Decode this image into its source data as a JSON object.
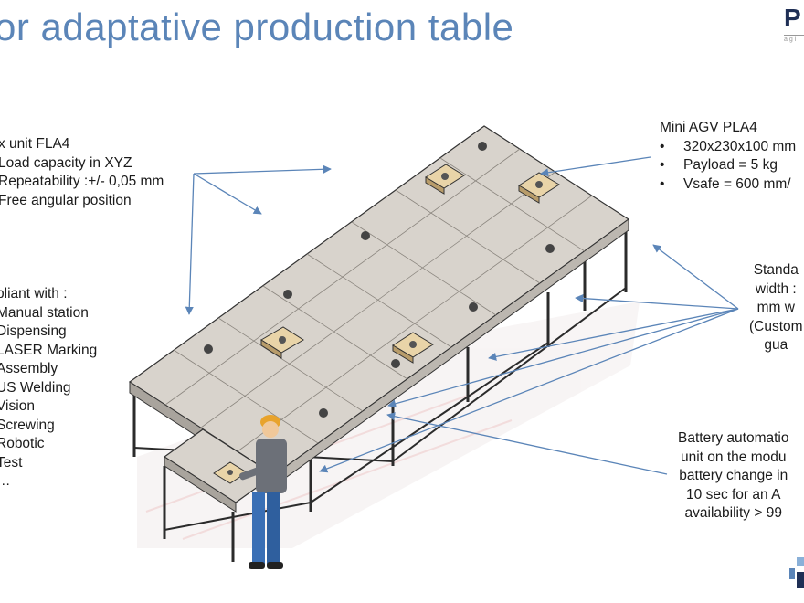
{
  "title": "or adaptative production table",
  "logo": {
    "main": "P",
    "sub": "agi"
  },
  "left_top": {
    "lines": [
      "x unit FLA4",
      "Load capacity in XYZ",
      "Repeatability :+/- 0,05 mm",
      "Free angular position"
    ]
  },
  "left_mid": {
    "lines": [
      "pliant with :",
      "Manual station",
      "Dispensing",
      "LASER Marking",
      "Assembly",
      "US Welding",
      "Vision",
      "Screwing",
      "Robotic",
      "Test",
      "…"
    ]
  },
  "right_top": {
    "heading": "Mini AGV PLA4",
    "bullets": [
      "320x230x100 mm",
      "Payload = 5 kg",
      "Vsafe = 600 mm/"
    ]
  },
  "right_mid": {
    "lines": [
      "Standa",
      "width :",
      "mm w",
      "(Custom",
      "gua"
    ]
  },
  "right_bottom": {
    "lines": [
      "Battery automatio",
      "unit on the modu",
      "battery change in",
      "10 sec for an A",
      "availability > 99"
    ]
  },
  "bullet_char": "•",
  "colors": {
    "title": "#5b85b8",
    "arrows": "#5b85b8",
    "table_top": "#d8d3cc",
    "frame": "#2b2b2b"
  }
}
